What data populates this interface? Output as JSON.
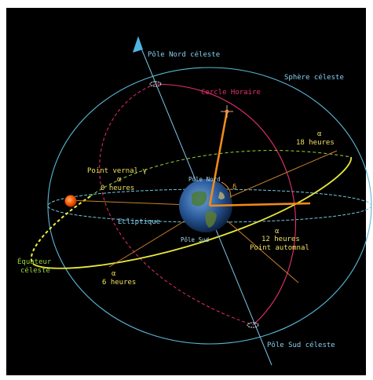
{
  "labels": {
    "pole_nord_celeste": "Pôle Nord céleste",
    "sphere_celeste": "Sphère céleste",
    "cercle_horaire": "Cercle Horaire",
    "alpha_18_sym": "α",
    "alpha_18_val": "18 heures",
    "point_vernal": "Point vernal γ",
    "alpha_0_sym": "α",
    "alpha_0_val": "0 heures",
    "pole_nord": "Pôle Nord",
    "delta": "δ",
    "ecliptique": "Ecliptique",
    "pole_sud": "Pôle Sud",
    "alpha_12_sym": "α",
    "alpha_12_val": "12 heures",
    "point_automnal": "Point automnal",
    "equateur_1": "Équateur",
    "equateur_2": "céleste",
    "alpha_6_sym": "α",
    "alpha_6_val": "6 heures",
    "pole_sud_celeste": "Pôle Sud céleste"
  },
  "colors": {
    "background": "#000000",
    "celestial_sphere": "#5bb8d6",
    "axis": "#7cc6e6",
    "hour_circle": "#e8306e",
    "equator": "#e8e83a",
    "ecliptic": "#6ec6e0",
    "guide_lines": "#e8882a",
    "yellow_text": "#f0e060",
    "green_text": "#9ad23c",
    "sun": "#ff5a00"
  },
  "icons": {
    "earth": "earth-globe",
    "sun": "sun-disc",
    "star": "star-sparkle",
    "arrow": "north-pole-arrow"
  }
}
